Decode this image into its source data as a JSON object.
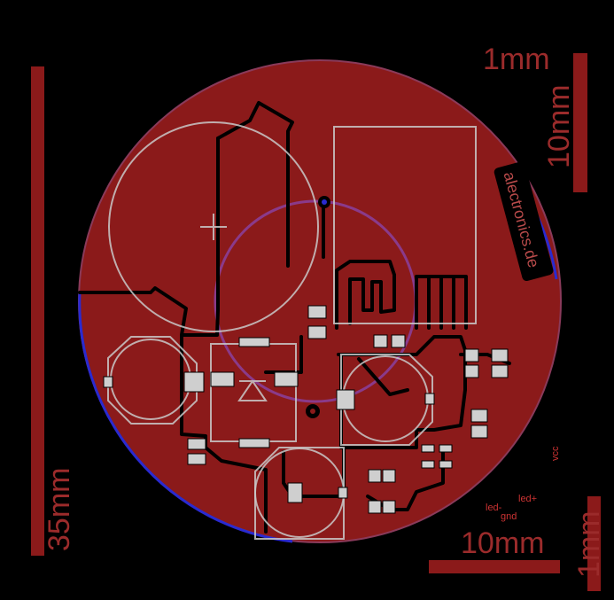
{
  "dimensions": {
    "top_right_horizontal": "1mm",
    "right_vertical": "10mm",
    "left_vertical": "35mm",
    "bottom_horizontal": "10mm",
    "bottom_right_vertical": "1mm"
  },
  "logo_text": "alectronics.de",
  "net_labels": {
    "led_plus": "led+",
    "led_minus": "led-",
    "gnd": "gnd",
    "vcc": "vcc"
  },
  "colors": {
    "background": "#000000",
    "copper": "#8b1a1a",
    "dimension": "#9b2b2b",
    "outline": "#2a2ad0",
    "silkscreen": "#c9c9c9"
  }
}
